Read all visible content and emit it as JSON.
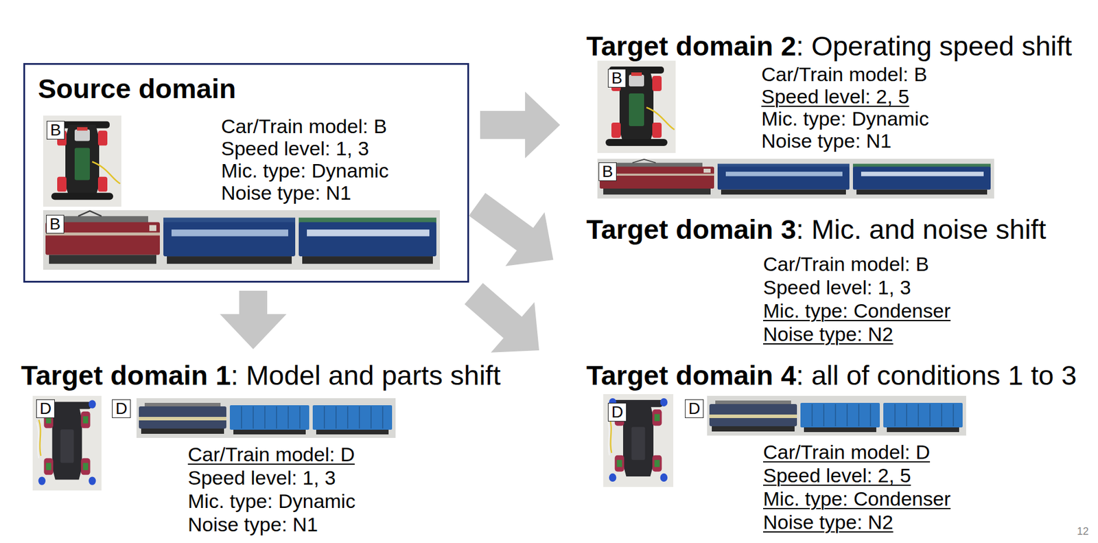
{
  "diagram": {
    "nodes": [
      {
        "text": [
          "Source domain",
          "Car/Train model: B",
          "Speed level: 1, 3",
          "Mic. type: Dynamic",
          "Noise type: N1"
        ]
      },
      {
        "text": [
          "Target domain 1",
          ": Model and parts shift",
          "Car/Train model: D",
          "Speed level: 1, 3",
          "Mic. type: Dynamic",
          "Noise type: N1"
        ]
      },
      {
        "text": [
          "Target domain 2",
          ": Operating speed shift",
          "Car/Train model: B",
          "Speed level: 2, 5",
          "Mic. type: Dynamic",
          "Noise type: N1"
        ]
      },
      {
        "text": [
          "Target domain 3",
          ": Mic. and noise shift",
          "Car/Train model: B",
          "Speed level: 1, 3",
          "Mic. type: Condenser",
          "Noise type: N2"
        ]
      },
      {
        "text": [
          "Target domain 4",
          ": all of conditions 1 to 3",
          "Car/Train model: D",
          "Speed level: 2, 5",
          "Mic. type: Condenser",
          "Noise type: N2"
        ]
      }
    ],
    "edges": [
      {
        "from": 0,
        "to": 1,
        "arrow": "to"
      },
      {
        "from": 0,
        "to": 2,
        "arrow": "to"
      },
      {
        "from": 0,
        "to": 3,
        "arrow": "to"
      },
      {
        "from": 0,
        "to": 4,
        "arrow": "to"
      }
    ],
    "labels": [
      "B",
      "B",
      "D",
      "D",
      "B",
      "B",
      "D",
      "D",
      "12"
    ]
  }
}
